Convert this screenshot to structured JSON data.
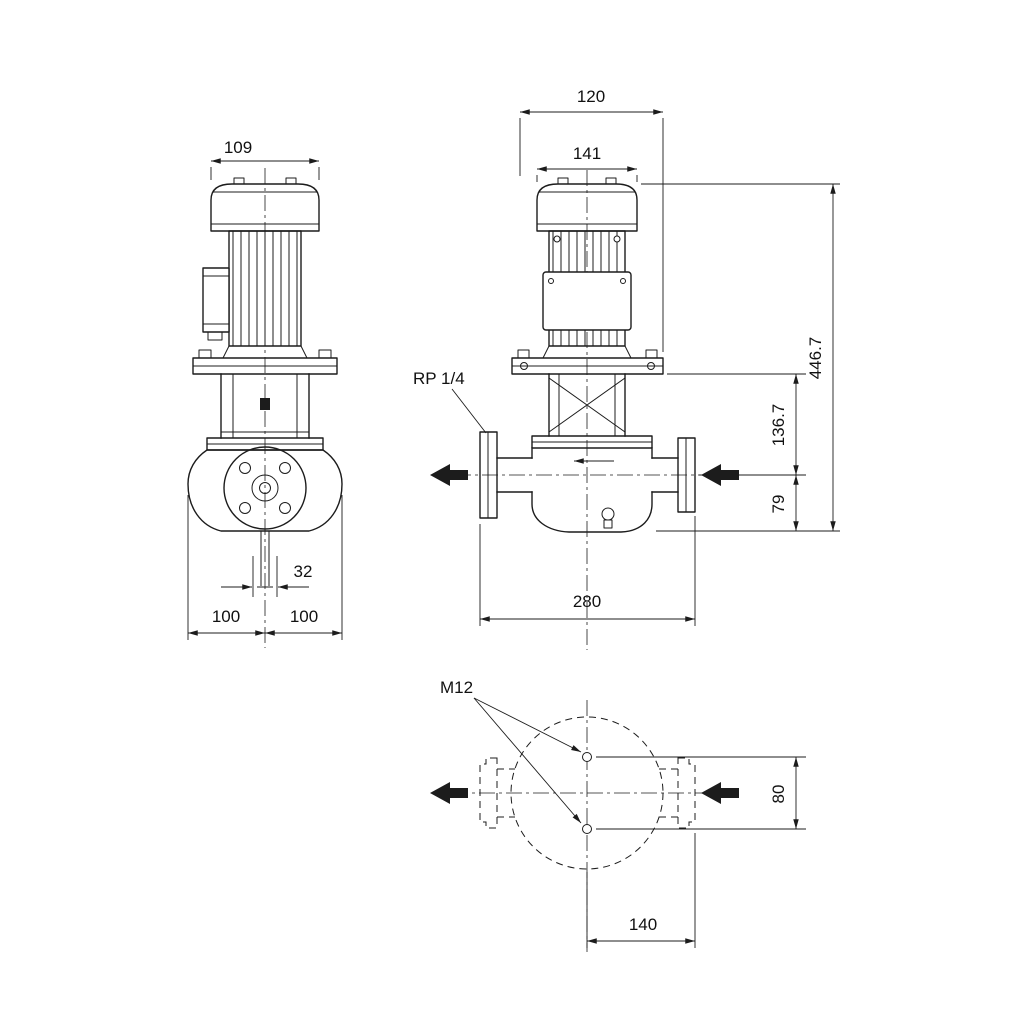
{
  "front_view": {
    "motor_width": "109",
    "port_bore": "32",
    "base_left": "100",
    "base_right": "100"
  },
  "side_view": {
    "top_width": "120",
    "motor_depth": "141",
    "tapping": "RP 1/4",
    "height_total": "446.7",
    "height_flange": "136.7",
    "height_base": "79",
    "port_span": "280"
  },
  "plan_view": {
    "thread": "M12",
    "hole_spacing": "80",
    "center_to_flange": "140"
  },
  "colors": {
    "line": "#1c1c1c",
    "background": "#ffffff"
  }
}
